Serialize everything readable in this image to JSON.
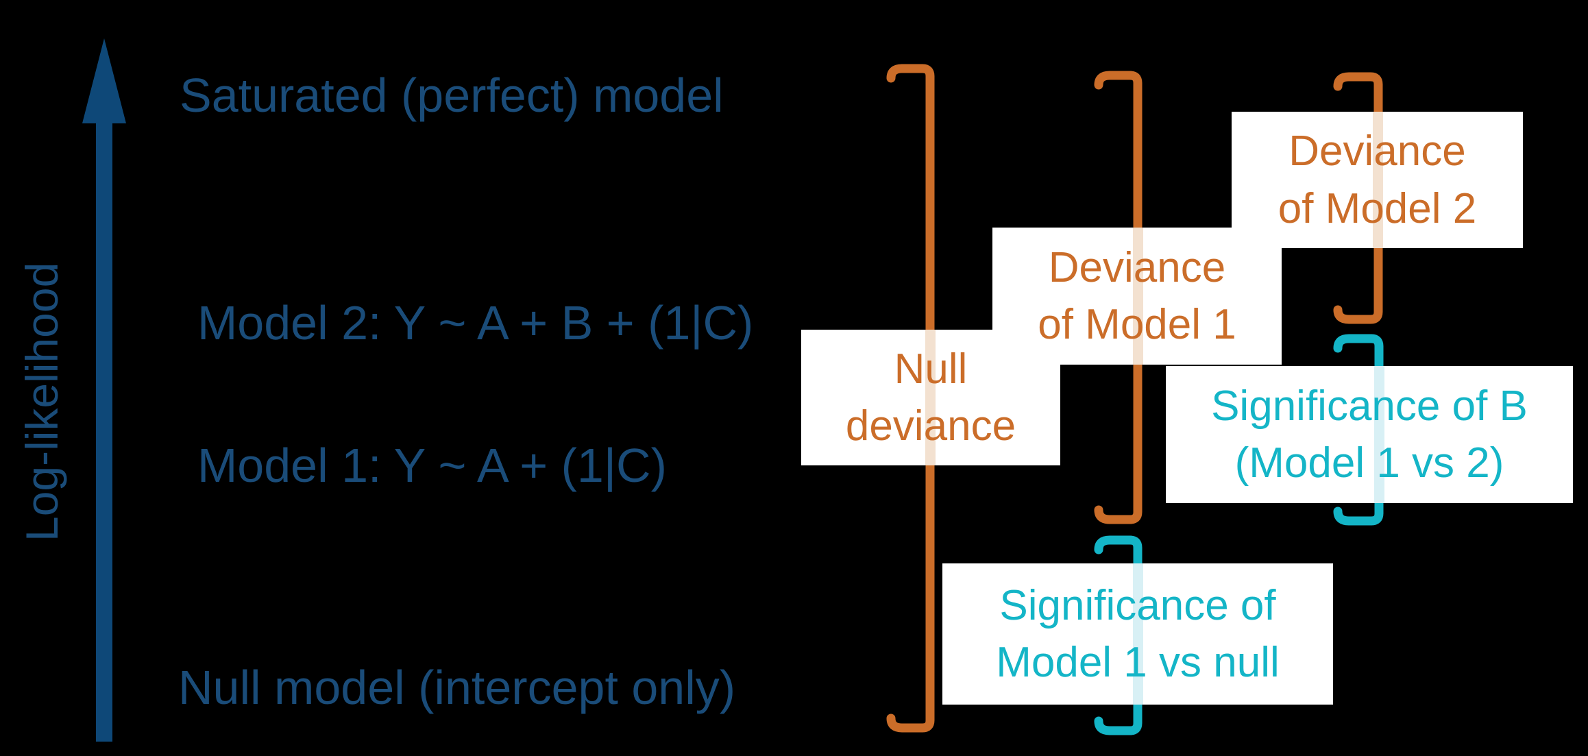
{
  "title": "Log-likelihood / deviance model comparison diagram",
  "axis": {
    "label": "Log-likelihood",
    "arrow_direction": "up",
    "color": "#1A4C79"
  },
  "levels": [
    {
      "id": "saturated",
      "label": "Saturated (perfect) model"
    },
    {
      "id": "model2",
      "label": "Model 2: Y ~ A + B + (1|C)"
    },
    {
      "id": "model1",
      "label": "Model 1: Y ~ A + (1|C)"
    },
    {
      "id": "null",
      "label": "Null model (intercept only)"
    }
  ],
  "callouts": [
    {
      "id": "null-deviance",
      "color": "orange",
      "span": "saturated-to-null",
      "lines": [
        "Null",
        "deviance"
      ]
    },
    {
      "id": "deviance-model1",
      "color": "orange",
      "span": "saturated-to-model1",
      "lines": [
        "Deviance",
        "of Model 1"
      ]
    },
    {
      "id": "significance-model1-null",
      "color": "teal",
      "span": "model1-to-null",
      "lines": [
        "Significance of",
        "Model 1 vs null"
      ]
    },
    {
      "id": "deviance-model2",
      "color": "orange",
      "span": "saturated-to-model2",
      "lines": [
        "Deviance",
        "of Model 2"
      ]
    },
    {
      "id": "significance-b",
      "color": "teal",
      "span": "model2-to-model1",
      "lines": [
        "Significance of B",
        "(Model 1 vs 2)"
      ]
    }
  ],
  "colors": {
    "background": "#000000",
    "blue_text": "#1A4C79",
    "arrow_blue": "#0E4878",
    "orange": "#CB6D29",
    "teal": "#14B5C7",
    "pale_orange_stem": "#F3E1D0",
    "pale_teal_stem": "#D8F0F5",
    "callout_background": "#FFFFFF"
  }
}
